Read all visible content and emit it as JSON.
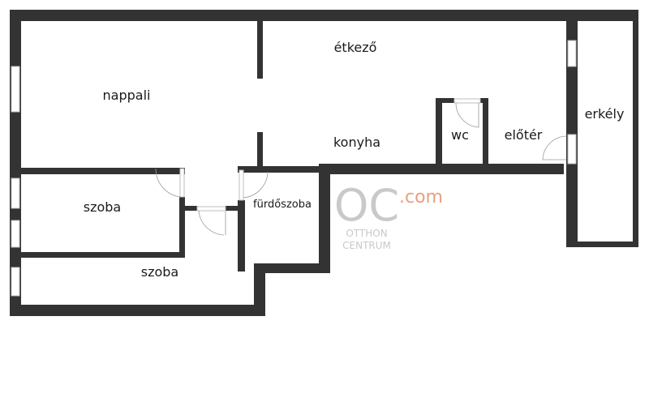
{
  "rooms": {
    "nappali": "nappali",
    "etkezo": "étkező",
    "konyha": "konyha",
    "wc": "wc",
    "eloter": "előtér",
    "erkely": "erkély",
    "szoba_1": "szoba",
    "szoba_2": "szoba",
    "furdoszoba": "fürdőszoba"
  },
  "watermark": {
    "logo": "OC",
    "line1": "OTTHON",
    "line2": "CENTRUM",
    "domain": ".com"
  },
  "colors": {
    "wall": "#333333",
    "watermark_accent": "#e8a080"
  }
}
